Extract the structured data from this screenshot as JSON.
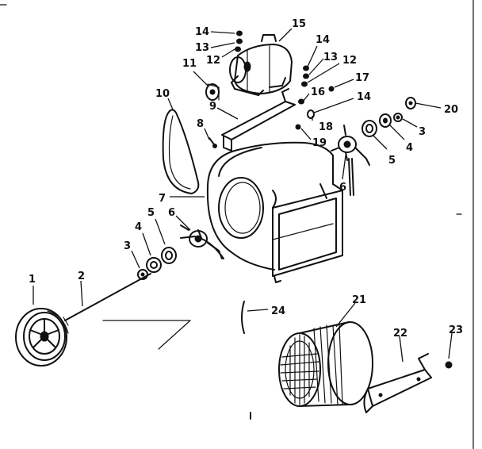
{
  "diagram": {
    "callouts": [
      {
        "id": "1",
        "label": "1"
      },
      {
        "id": "2",
        "label": "2"
      },
      {
        "id": "3a",
        "label": "3"
      },
      {
        "id": "4a",
        "label": "4"
      },
      {
        "id": "5a",
        "label": "5"
      },
      {
        "id": "6a",
        "label": "6"
      },
      {
        "id": "7",
        "label": "7"
      },
      {
        "id": "8",
        "label": "8"
      },
      {
        "id": "9",
        "label": "9"
      },
      {
        "id": "10",
        "label": "10"
      },
      {
        "id": "11",
        "label": "11"
      },
      {
        "id": "12a",
        "label": "12"
      },
      {
        "id": "13a",
        "label": "13"
      },
      {
        "id": "14a",
        "label": "14"
      },
      {
        "id": "15",
        "label": "15"
      },
      {
        "id": "14b",
        "label": "14"
      },
      {
        "id": "13b",
        "label": "13"
      },
      {
        "id": "12b",
        "label": "12"
      },
      {
        "id": "17",
        "label": "17"
      },
      {
        "id": "16",
        "label": "16"
      },
      {
        "id": "14c",
        "label": "14"
      },
      {
        "id": "18",
        "label": "18"
      },
      {
        "id": "19",
        "label": "19"
      },
      {
        "id": "20",
        "label": "20"
      },
      {
        "id": "3b",
        "label": "3"
      },
      {
        "id": "4b",
        "label": "4"
      },
      {
        "id": "5b",
        "label": "5"
      },
      {
        "id": "6b",
        "label": "6"
      },
      {
        "id": "24",
        "label": "24"
      },
      {
        "id": "21",
        "label": "21"
      },
      {
        "id": "22",
        "label": "22"
      },
      {
        "id": "23",
        "label": "23"
      }
    ]
  }
}
